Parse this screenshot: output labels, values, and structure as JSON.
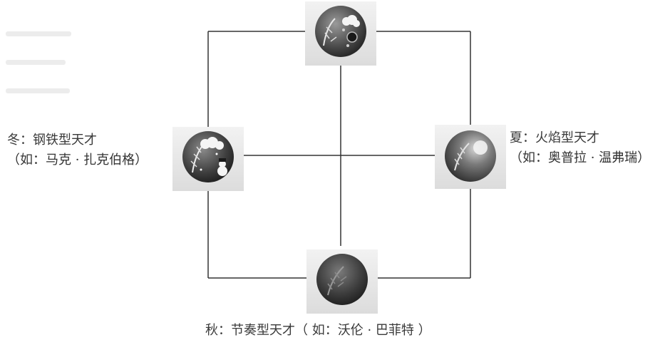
{
  "diagram": {
    "nodes": [
      {
        "id": "spring",
        "icon": "spring-globe-icon",
        "title": "",
        "example": ""
      },
      {
        "id": "winter",
        "icon": "winter-globe-icon",
        "title": "冬：钢铁型天才",
        "example": "（如：马克 · 扎克伯格）"
      },
      {
        "id": "summer",
        "icon": "summer-globe-icon",
        "title": "夏：火焰型天才",
        "example": "（如：奥普拉 · 温弗瑞）"
      },
      {
        "id": "autumn",
        "icon": "autumn-globe-icon",
        "title": "秋：节奏型天才（ 如：沃伦 · 巴菲特 ）",
        "example": ""
      }
    ],
    "edges": [
      {
        "from": "spring",
        "to": "summer"
      },
      {
        "from": "summer",
        "to": "autumn"
      },
      {
        "from": "autumn",
        "to": "winter"
      },
      {
        "from": "winter",
        "to": "spring"
      },
      {
        "from": "spring",
        "to": "autumn"
      },
      {
        "from": "winter",
        "to": "summer"
      }
    ]
  }
}
